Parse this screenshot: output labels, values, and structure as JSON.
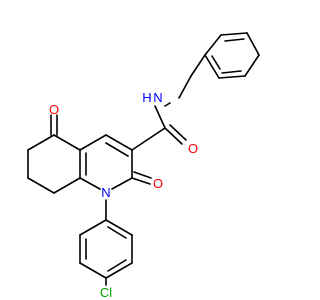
{
  "molecule": {
    "colors": {
      "bond": "#000000",
      "oxygen": "#ff0000",
      "nitrogen": "#0000ff",
      "chlorine": "#00a000",
      "background": "#ffffff"
    },
    "atom_labels": {
      "o_ketone": "O",
      "o_amide": "O",
      "o_lactam": "O",
      "n_amide": "N",
      "h_amide": "H",
      "n_ring": "N",
      "cl": "Cl"
    }
  }
}
